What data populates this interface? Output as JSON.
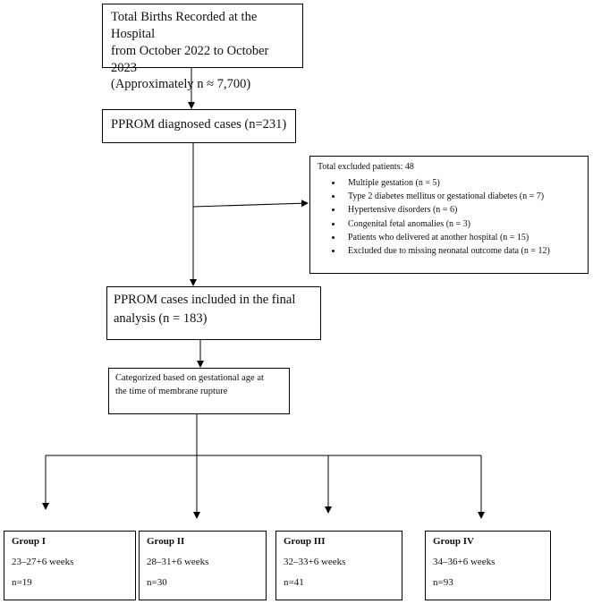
{
  "nodes": {
    "total_births": {
      "lines": [
        "Total Births Recorded at the Hospital",
        "from October 2022 to October 2023",
        "(Approximately n ≈ 7,700)"
      ]
    },
    "pprom_diagnosed": {
      "text": "PPROM diagnosed cases (n=231)"
    },
    "excluded": {
      "title": "Total excluded patients: 48",
      "items": [
        "Multiple gestation (n = 5)",
        "Type 2 diabetes mellitus or gestational diabetes (n = 7)",
        "Hypertensive disorders (n = 6)",
        "Congenital fetal anomalies (n = 3)",
        "Patients who delivered at another hospital (n = 15)",
        "Excluded due to missing neonatal outcome data (n = 12)"
      ]
    },
    "included": {
      "lines": [
        "PPROM cases included in the final",
        "analysis (n = 183)"
      ]
    },
    "categorized": {
      "lines": [
        "Categorized based on gestational age at",
        "the time of membrane rupture"
      ]
    },
    "groups": [
      {
        "title": "Group I",
        "range": "23–27+6 weeks",
        "n": "n=19"
      },
      {
        "title": "Group II",
        "range": "28–31+6 weeks",
        "n": "n=30"
      },
      {
        "title": "Group III",
        "range": "32–33+6 weeks",
        "n": "n=41"
      },
      {
        "title": "Group IV",
        "range": "34–36+6 weeks",
        "n": "n=93"
      }
    ]
  }
}
